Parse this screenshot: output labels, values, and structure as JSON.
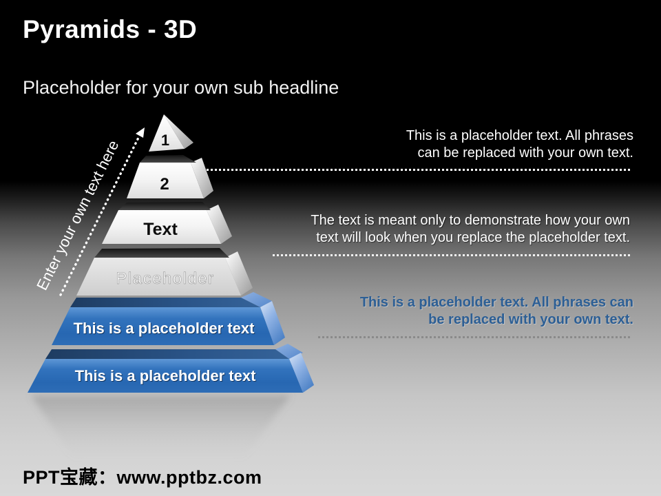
{
  "slide": {
    "title": "Pyramids - 3D",
    "subtitle": "Placeholder for your own sub headline"
  },
  "pyramid": {
    "arrow_label": "Enter your own text here",
    "levels": [
      {
        "label": "1"
      },
      {
        "label": "2"
      },
      {
        "label": "Text"
      },
      {
        "label": "Placeholder"
      },
      {
        "label": "This is a placeholder text"
      },
      {
        "label": "This is a placeholder text"
      }
    ]
  },
  "annotations": [
    {
      "lines": [
        "This is a placeholder text. All phrases",
        "can be replaced with your own text."
      ],
      "color": "#ffffff"
    },
    {
      "lines": [
        "The text is meant only to demonstrate how your own",
        "text will look when you replace the placeholder text."
      ],
      "color": "#ffffff"
    },
    {
      "lines": [
        "This is a placeholder text. All phrases can",
        "be replaced with your own text."
      ],
      "color": "#2d5f95"
    }
  ],
  "watermark": "PPT宝藏：www.pptbz.com",
  "colors": {
    "accent_blue": "#2e6bb4",
    "annotation_blue": "#2d5f95",
    "background_top": "#000000",
    "background_bottom": "#d9d9d9",
    "pyramid_gray_face": "#ededed",
    "dotted_line_white": "#ffffff",
    "dotted_line_gray": "#8a8a8a"
  }
}
